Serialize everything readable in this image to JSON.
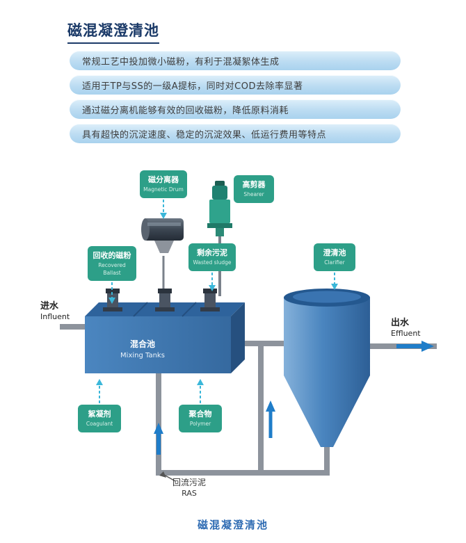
{
  "page": {
    "title": "磁混凝澄清池",
    "caption": "磁混凝澄清池"
  },
  "features": [
    "常规工艺中投加微小磁粉，有利于混凝絮体生成",
    "适用于TP与SS的一级A提标，同时对COD去除率显著",
    "通过磁分离机能够有效的回收磁粉，降低原料消耗",
    "具有超快的沉淀速度、稳定的沉淀效果、低运行费用等特点"
  ],
  "diagram": {
    "magnetic_drum": {
      "zh": "磁分离器",
      "en": "Magnetic Drum"
    },
    "shearer": {
      "zh": "高剪器",
      "en": "Shearer"
    },
    "recovered_ballast": {
      "zh": "回收的磁粉",
      "en1": "Recovered",
      "en2": "Ballast"
    },
    "wasted_sludge": {
      "zh": "剩余污泥",
      "en": "Wasted sludge"
    },
    "clarifier": {
      "zh": "澄清池",
      "en": "Clarifier"
    },
    "coagulant": {
      "zh": "絮凝剂",
      "en": "Coagulant"
    },
    "polymer": {
      "zh": "聚合物",
      "en": "Polymer"
    },
    "influent": {
      "zh": "进水",
      "en": "Influent"
    },
    "effluent": {
      "zh": "出水",
      "en": "Effluent"
    },
    "mixing_tanks": {
      "zh": "混合池",
      "en": "Mixing Tanks"
    },
    "ras": {
      "zh": "回流污泥",
      "en": "RAS"
    }
  },
  "colors": {
    "title": "#1b3a68",
    "feature_bar": "#bcdcf2",
    "label_teal": "#2d9f88",
    "tank_blue": "#3b76b3",
    "pipe_gray": "#8d939c",
    "flow_arrow_blue": "#1f7dc9",
    "dashed_arrow_cyan": "#3bb7d9",
    "caption_blue": "#2f6cb3"
  }
}
